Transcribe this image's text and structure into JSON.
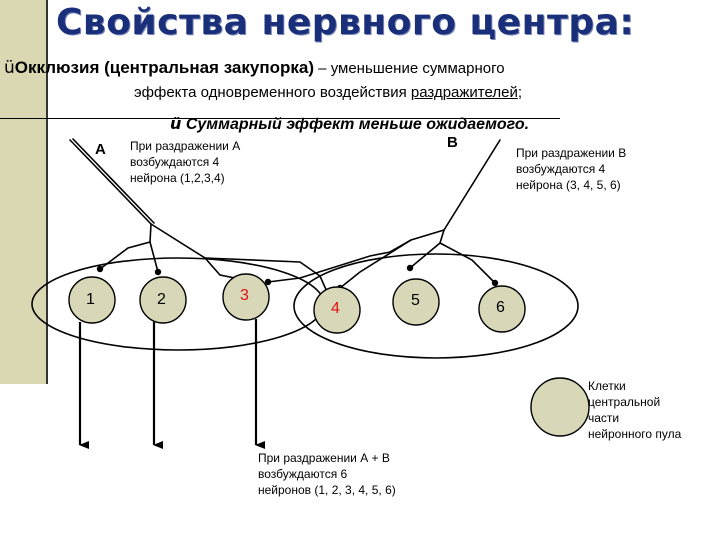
{
  "title": "Свойства нервного центра:",
  "occlusion": {
    "check_mark": "ü",
    "term": "Окклюзия (центральная закупорка)",
    "rest_line1": " – уменьшение суммарного",
    "line2_pre": "эффекта одновременного воздействия ",
    "line2_link": "раздражителей",
    "line2_post": ";"
  },
  "summary": {
    "check_mark": "ü",
    "text": "Суммарный эффект меньше ожидаемого."
  },
  "inputs": {
    "a": "А",
    "b": "В"
  },
  "notes": {
    "a": [
      "При раздражении А",
      "возбуждаются  4",
      "нейрона (1,2,3,4)"
    ],
    "b": [
      "При раздражении В",
      "возбуждаются  4",
      "нейрона (3, 4, 5, 6)"
    ],
    "ab": [
      "При раздражении А + В",
      "возбуждаются  6",
      "нейронов (1, 2, 3, 4, 5, 6)"
    ],
    "legend": [
      "Клетки",
      "центральной",
      "части",
      "нейронного пула"
    ]
  },
  "neurons": [
    {
      "label": "1",
      "highlight": false
    },
    {
      "label": "2",
      "highlight": false
    },
    {
      "label": "3",
      "highlight": true
    },
    {
      "label": "4",
      "highlight": true
    },
    {
      "label": "5",
      "highlight": false
    },
    {
      "label": "6",
      "highlight": false
    }
  ],
  "colors": {
    "title": "#1a2f7a",
    "sidebar": "#dad8b2",
    "neuron_fill": "#d8d8b8",
    "highlight_text": "#e01010"
  }
}
